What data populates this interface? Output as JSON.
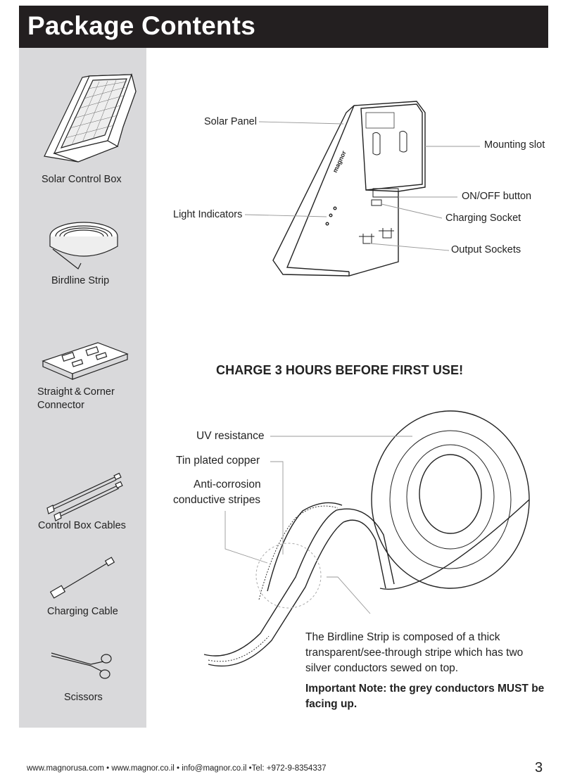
{
  "header": {
    "title": "Package Contents"
  },
  "sidebar": {
    "items": [
      {
        "label": "Solar Control Box"
      },
      {
        "label": "Birdline Strip"
      },
      {
        "label": "Straight & Corner",
        "label2": "Connector"
      },
      {
        "label": "Control Box Cables"
      },
      {
        "label": "Charging Cable"
      },
      {
        "label": "Scissors"
      }
    ]
  },
  "control_box": {
    "labels": {
      "solar_panel": "Solar Panel",
      "mounting_slot": "Mounting slot",
      "on_off_button": "ON/OFF button",
      "light_indicators": "Light Indicators",
      "charging_socket": "Charging Socket",
      "output_sockets": "Output Sockets"
    }
  },
  "notice": {
    "charge": "CHARGE 3 HOURS BEFORE FIRST USE!"
  },
  "strip": {
    "labels": {
      "uv_resistance": "UV resistance",
      "tin_plated_copper": "Tin plated copper",
      "anti_corrosion_1": "Anti-corrosion",
      "anti_corrosion_2": "conductive stripes"
    },
    "description": "The Birdline Strip is composed of a thick transparent/see-through stripe which has two silver conductors sewed on top.",
    "important_note": "Important Note: the grey conductors MUST be facing up."
  },
  "footer": {
    "contact": "www.magnorusa.com • www.magnor.co.il • info@magnor.co.il •Tel: +972-9-8354337",
    "page_number": "3"
  }
}
